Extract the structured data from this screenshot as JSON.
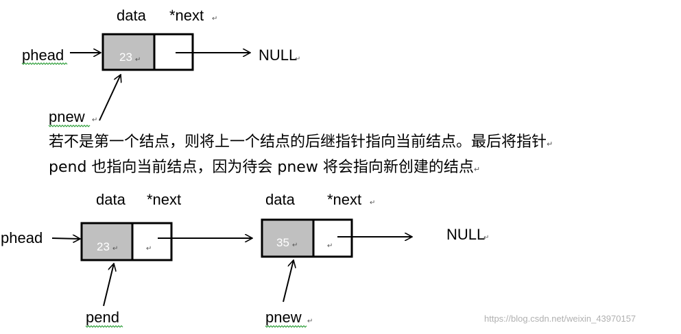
{
  "diagram1": {
    "field_labels": {
      "data": "data",
      "next": "*next"
    },
    "head_pointer": "phead",
    "new_pointer": "pnew",
    "node_value": "23",
    "null_label": "NULL"
  },
  "description": {
    "line1": "若不是第一个结点，则将上一个结点的后继指针指向当前结点。最后将指针",
    "line2": "pend 也指向当前结点，因为待会 pnew 将会指向新创建的结点"
  },
  "diagram2": {
    "field_labels": {
      "data": "data",
      "next": "*next"
    },
    "head_pointer": "phead",
    "end_pointer": "pend",
    "new_pointer": "pnew",
    "node1_value": "23",
    "node2_value": "35",
    "null_label": "NULL"
  },
  "paragraph_mark": "↵",
  "watermark": "https://blog.csdn.net/weixin_43970157",
  "colors": {
    "node_data_fill": "#c0c0c0",
    "stroke": "#000000",
    "spellcheck_underline": "#2e9e3a",
    "watermark": "#b0b0b0"
  }
}
